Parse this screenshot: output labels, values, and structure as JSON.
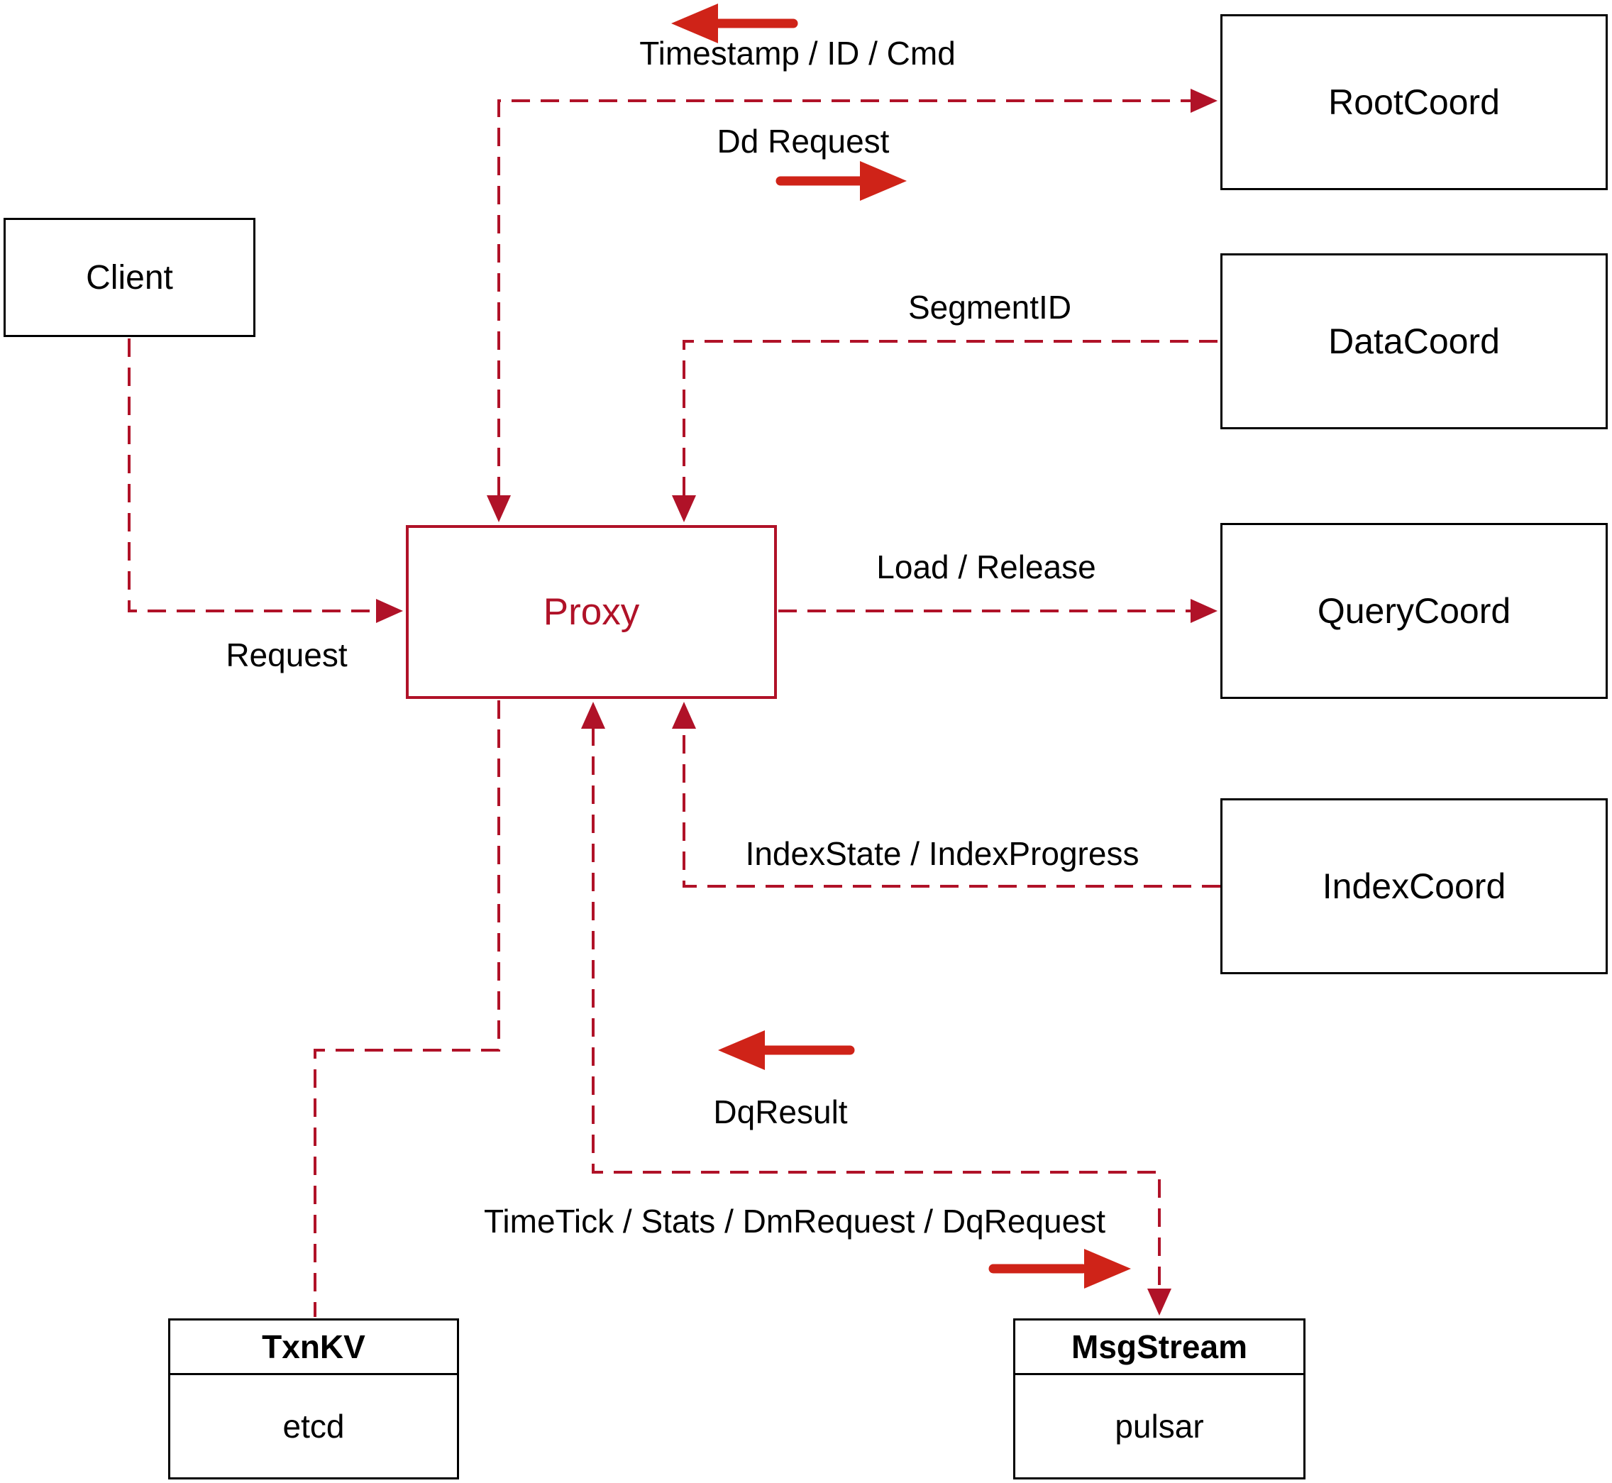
{
  "colors": {
    "connector": "#b01228",
    "arrow": "#cf2318",
    "node_border": "#000000",
    "text": "#000000",
    "background": "#ffffff"
  },
  "nodes": {
    "client": {
      "label": "Client"
    },
    "proxy": {
      "label": "Proxy"
    },
    "root_coord": {
      "label": "RootCoord"
    },
    "data_coord": {
      "label": "DataCoord"
    },
    "query_coord": {
      "label": "QueryCoord"
    },
    "index_coord": {
      "label": "IndexCoord"
    },
    "txn_kv": {
      "title": "TxnKV",
      "implementation": "etcd"
    },
    "msg_stream": {
      "title": "MsgStream",
      "implementation": "pulsar"
    }
  },
  "edge_labels": {
    "timestamp_id_cmd": "Timestamp / ID / Cmd",
    "dd_request": "Dd Request",
    "segment_id": "SegmentID",
    "request": "Request",
    "load_release": "Load / Release",
    "index_state": "IndexState / IndexProgress",
    "dq_result": "DqResult",
    "time_tick": "TimeTick / Stats / DmRequest / DqRequest"
  },
  "connections": [
    {
      "a": "Proxy",
      "b": "RootCoord",
      "style": "dashed",
      "label_b_to_a": "Timestamp / ID / Cmd",
      "label_a_to_b": "Dd Request"
    },
    {
      "a": "DataCoord",
      "b": "Proxy",
      "style": "dashed",
      "label_a_to_b": "SegmentID"
    },
    {
      "a": "Client",
      "b": "Proxy",
      "style": "dashed",
      "label_a_to_b": "Request"
    },
    {
      "a": "Proxy",
      "b": "QueryCoord",
      "style": "dashed",
      "label_a_to_b": "Load / Release"
    },
    {
      "a": "IndexCoord",
      "b": "Proxy",
      "style": "dashed",
      "label_a_to_b": "IndexState / IndexProgress"
    },
    {
      "a": "Proxy",
      "b": "MsgStream",
      "style": "dashed",
      "label_a_to_b": "TimeTick / Stats / DmRequest / DqRequest",
      "label_b_to_a": "DqResult"
    },
    {
      "a": "Proxy",
      "b": "TxnKV",
      "style": "dashed"
    }
  ]
}
